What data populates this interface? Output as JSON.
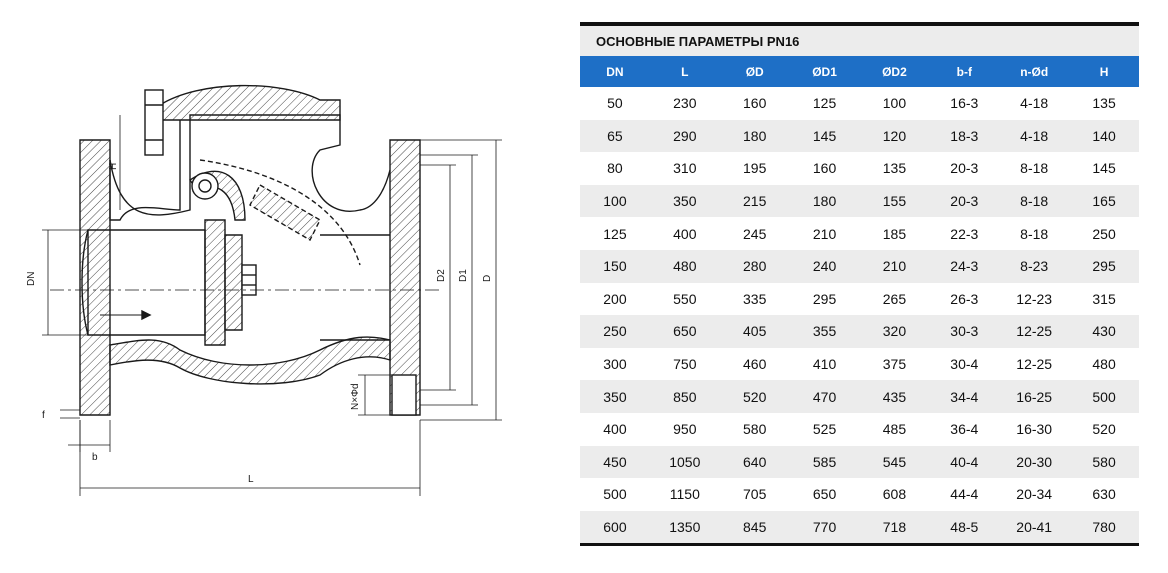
{
  "table": {
    "title": "ОСНОВНЫЕ ПАРАМЕТРЫ PN16",
    "headers": [
      "DN",
      "L",
      "ØD",
      "ØD1",
      "ØD2",
      "b-f",
      "n-Ød",
      "H"
    ],
    "rows": [
      [
        "50",
        "230",
        "160",
        "125",
        "100",
        "16-3",
        "4-18",
        "135"
      ],
      [
        "65",
        "290",
        "180",
        "145",
        "120",
        "18-3",
        "4-18",
        "140"
      ],
      [
        "80",
        "310",
        "195",
        "160",
        "135",
        "20-3",
        "8-18",
        "145"
      ],
      [
        "100",
        "350",
        "215",
        "180",
        "155",
        "20-3",
        "8-18",
        "165"
      ],
      [
        "125",
        "400",
        "245",
        "210",
        "185",
        "22-3",
        "8-18",
        "250"
      ],
      [
        "150",
        "480",
        "280",
        "240",
        "210",
        "24-3",
        "8-23",
        "295"
      ],
      [
        "200",
        "550",
        "335",
        "295",
        "265",
        "26-3",
        "12-23",
        "315"
      ],
      [
        "250",
        "650",
        "405",
        "355",
        "320",
        "30-3",
        "12-25",
        "430"
      ],
      [
        "300",
        "750",
        "460",
        "410",
        "375",
        "30-4",
        "12-25",
        "480"
      ],
      [
        "350",
        "850",
        "520",
        "470",
        "435",
        "34-4",
        "16-25",
        "500"
      ],
      [
        "400",
        "950",
        "580",
        "525",
        "485",
        "36-4",
        "16-30",
        "520"
      ],
      [
        "450",
        "1050",
        "640",
        "585",
        "545",
        "40-4",
        "20-30",
        "580"
      ],
      [
        "500",
        "1150",
        "705",
        "650",
        "608",
        "44-4",
        "20-34",
        "630"
      ],
      [
        "600",
        "1350",
        "845",
        "770",
        "718",
        "48-5",
        "20-41",
        "780"
      ]
    ]
  },
  "drawing": {
    "labels": {
      "dn": "DN",
      "d2": "D2",
      "d1": "D1",
      "d": "D",
      "h": "H",
      "f": "f",
      "b": "b",
      "l": "L",
      "n_d": "N×Φd"
    },
    "colors": {
      "line": "#1a1a1a",
      "header": "#1e6fc6",
      "stripe": "#ececec"
    }
  }
}
